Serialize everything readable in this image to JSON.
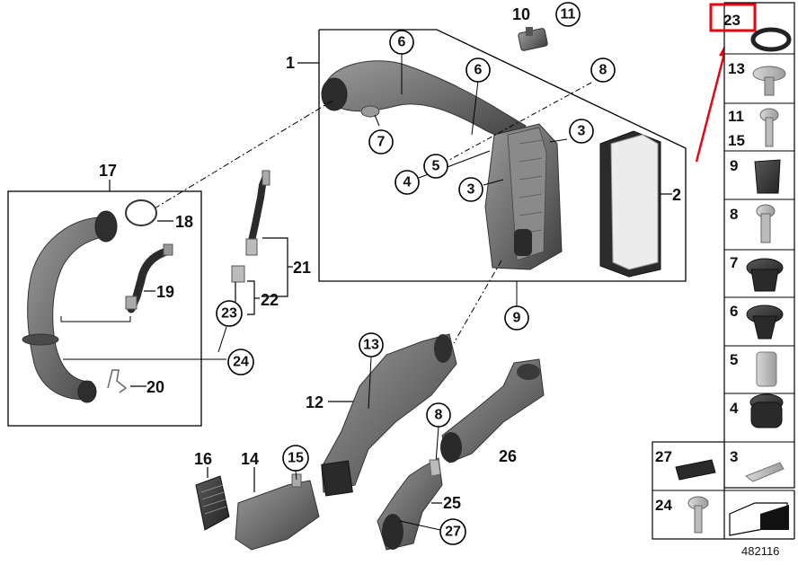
{
  "diagram_id": "482116",
  "highlight_color": "#e30613",
  "callouts": {
    "c6a": "6",
    "c6b": "6",
    "c8a": "8",
    "c7": "7",
    "c4": "4",
    "c5": "5",
    "c3a": "3",
    "c3b": "3",
    "c9": "9",
    "c10": "10",
    "c11": "11",
    "c13": "13",
    "c8b": "8",
    "c15": "15",
    "c23": "23",
    "c24": "24",
    "c27": "27"
  },
  "labels": {
    "l1": "1",
    "l2": "2",
    "l12": "12",
    "l14": "14",
    "l16": "16",
    "l17": "17",
    "l18": "18",
    "l19": "19",
    "l20": "20",
    "l21": "21",
    "l22": "22",
    "l25": "25",
    "l26": "26"
  },
  "sidebar": {
    "s23": "23",
    "s13": "13",
    "s11": "11",
    "s15": "15",
    "s9": "9",
    "s8": "8",
    "s7": "7",
    "s6": "6",
    "s5": "5",
    "s4": "4",
    "s27": "27",
    "s3": "3",
    "s24": "24"
  }
}
